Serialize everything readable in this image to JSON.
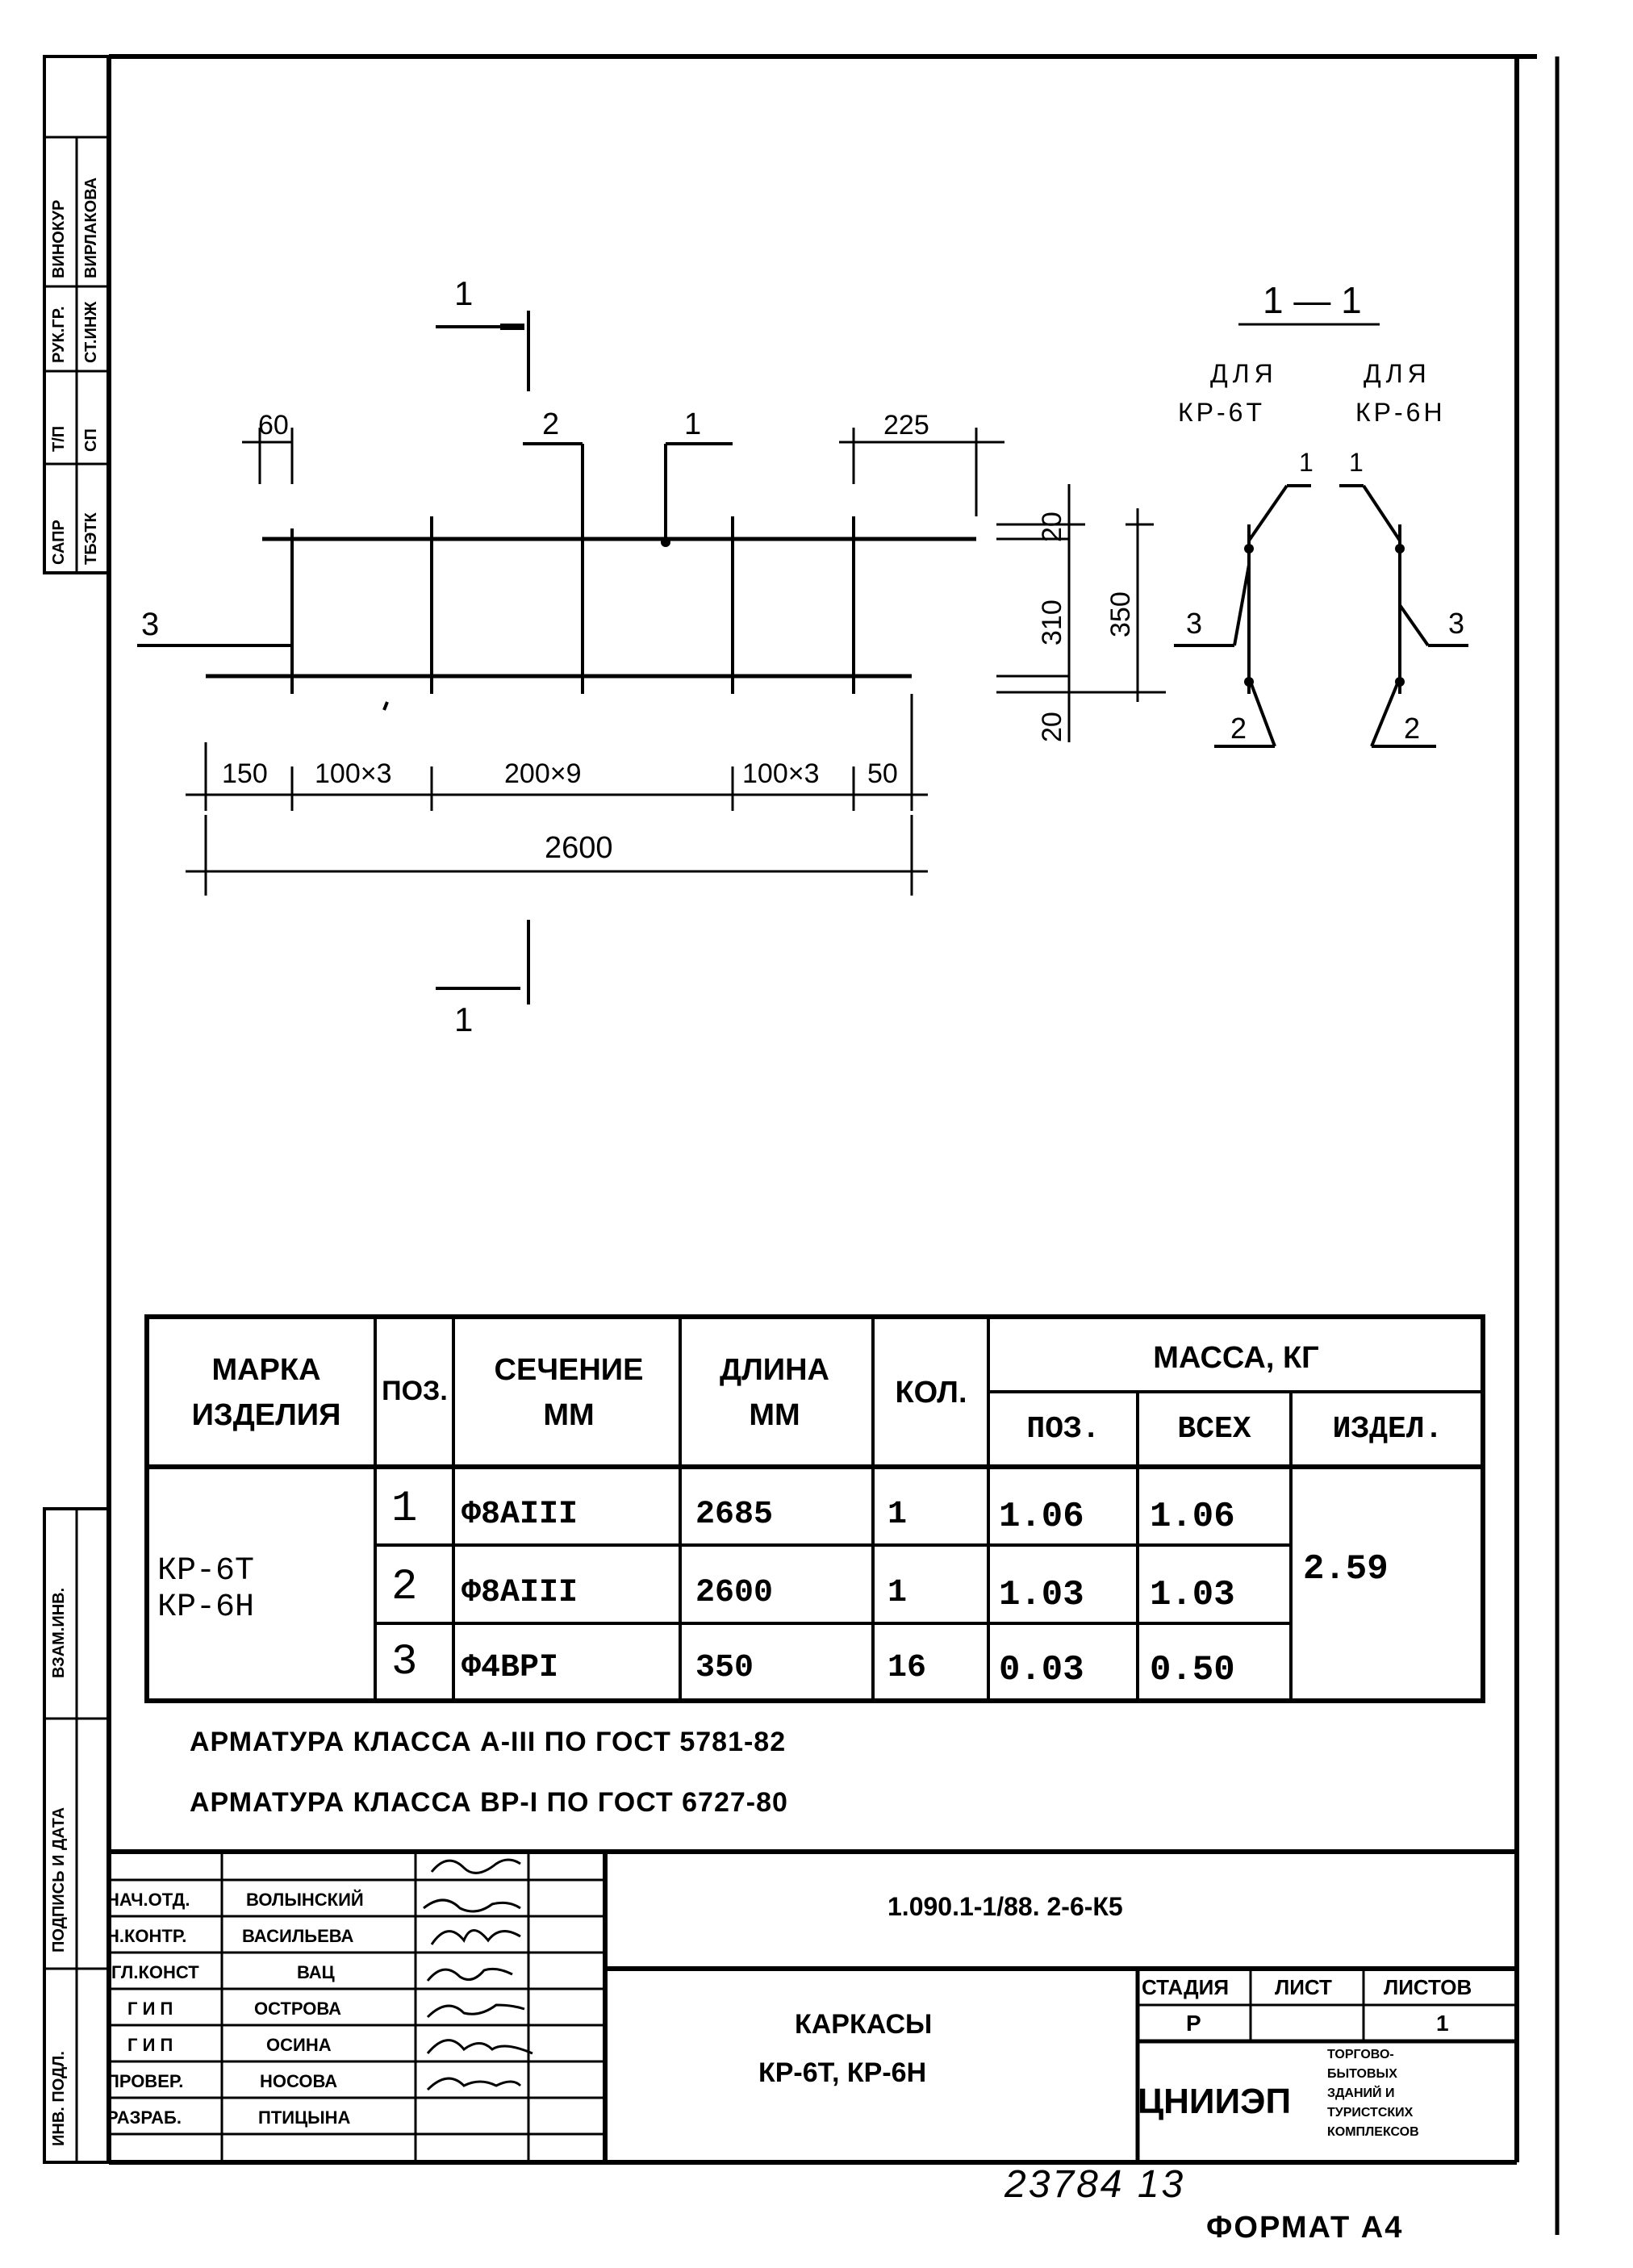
{
  "drawing": {
    "section_mark": "1",
    "section_title": "1 — 1",
    "for_label_1": "ДЛЯ",
    "for_label_2": "ДЛЯ",
    "variant_t": "КР-6Т",
    "variant_h": "КР-6Н",
    "pos_1": "1",
    "pos_2": "2",
    "pos_3": "3",
    "dim_60": "60",
    "dim_225": "225",
    "dim_150": "150",
    "dim_100x3_left": "100×3",
    "dim_200x9": "200×9",
    "dim_100x3_right": "100×3",
    "dim_50": "50",
    "dim_2600": "2600",
    "dim_20_top": "20",
    "dim_310": "310",
    "dim_20_bottom": "20",
    "dim_350": "350"
  },
  "spec_table": {
    "headers": {
      "mark": "МАРКА ИЗДЕЛИЯ",
      "pos": "ПОЗ.",
      "section": "СЕЧЕНИЕ ММ",
      "length": "ДЛИНА ММ",
      "qty": "КОЛ.",
      "mass": "МАССА, КГ",
      "mass_pos": "ПОЗ.",
      "mass_all": "ВСЕХ",
      "mass_item": "ИЗДЕЛ."
    },
    "mark_value_1": "КР-6Т",
    "mark_value_2": "КР-6Н",
    "rows": [
      {
        "pos": "1",
        "section": "Ф8АIII",
        "length": "2685",
        "qty": "1",
        "mass_pos": "1.06",
        "mass_all": "1.06"
      },
      {
        "pos": "2",
        "section": "Ф8АIII",
        "length": "2600",
        "qty": "1",
        "mass_pos": "1.03",
        "mass_all": "1.03"
      },
      {
        "pos": "3",
        "section": "Ф4ВРI",
        "length": "350",
        "qty": "16",
        "mass_pos": "0.03",
        "mass_all": "0.50"
      }
    ],
    "item_mass": "2.59"
  },
  "notes": [
    "АРМАТУРА КЛАССА А-III ПО ГОСТ 5781-82",
    "АРМАТУРА КЛАССА ВР-I ПО ГОСТ 6727-80"
  ],
  "title_block": {
    "doc_code": "1.090.1-1/88. 2-6-К5",
    "title_line1": "КАРКАСЫ",
    "title_line2": "КР-6Т, КР-6Н",
    "stage_label": "СТАДИЯ",
    "sheet_label": "ЛИСТ",
    "sheets_label": "ЛИСТОВ",
    "stage_value": "Р",
    "sheet_value": "",
    "sheets_value": "1",
    "org": "ЦНИИЭП",
    "org_sub": [
      "ТОРГОВО-",
      "БЫТОВЫХ",
      "ЗДАНИЙ И",
      "ТУРИСТСКИХ",
      "КОМПЛЕКСОВ"
    ],
    "people": [
      {
        "role": "НАЧ.ОТД.",
        "name": "ВОЛЫНСКИЙ"
      },
      {
        "role": "Н.КОНТР.",
        "name": "ВАСИЛЬЕВА"
      },
      {
        "role": "ГЛ.КОНСТ",
        "name": "ВАЦ"
      },
      {
        "role": "Г И П",
        "name": "ОСТРОВА"
      },
      {
        "role": "Г И П",
        "name": "ОСИНА"
      },
      {
        "role": "ПРОВЕР.",
        "name": "НОСОВА"
      },
      {
        "role": "РАЗРАБ.",
        "name": "ПТИЦЫНА"
      }
    ]
  },
  "side_stamps": {
    "top": [
      "ВИНОКУР",
      "ВИРЛАКОВА",
      "РУК.ГР.",
      "СТ.ИНЖ",
      "Т/П",
      "СП",
      "САПР",
      "ТБЭТК"
    ],
    "bottom": [
      "ВЗАМ.ИНВ.",
      "ПОДПИСЬ И ДАТА",
      "ИНВ. ПОДЛ."
    ]
  },
  "footer": {
    "handwritten": "23784 13",
    "format": "ФОРМАТ А4"
  }
}
